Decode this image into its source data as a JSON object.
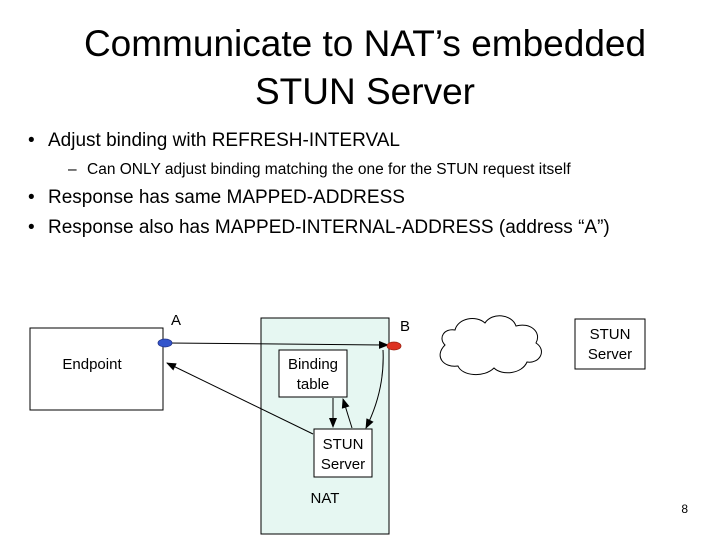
{
  "slide": {
    "title_line1": "Communicate to NAT’s embedded",
    "title_line2": "STUN Server",
    "bullets": [
      {
        "level": 1,
        "text": "Adjust binding with REFRESH-INTERVAL"
      },
      {
        "level": 2,
        "text": "Can ONLY adjust binding matching the one for the STUN request itself"
      },
      {
        "level": 1,
        "text": "Response has same MAPPED-ADDRESS"
      },
      {
        "level": 1,
        "text": "Response also has MAPPED-INTERNAL-ADDRESS (address “A”)"
      }
    ],
    "page_number": "8"
  },
  "diagram": {
    "label_a": "A",
    "label_b": "B",
    "endpoint": "Endpoint",
    "binding_line1": "Binding",
    "binding_line2": "table",
    "nat_stun_line1": "STUN",
    "nat_stun_line2": "Server",
    "nat_label": "NAT",
    "ext_stun_line1": "STUN",
    "ext_stun_line2": "Server"
  },
  "colors": {
    "nat_fill": "#e6f7f2",
    "point_a": "#3355cc",
    "point_b": "#dd3322"
  }
}
